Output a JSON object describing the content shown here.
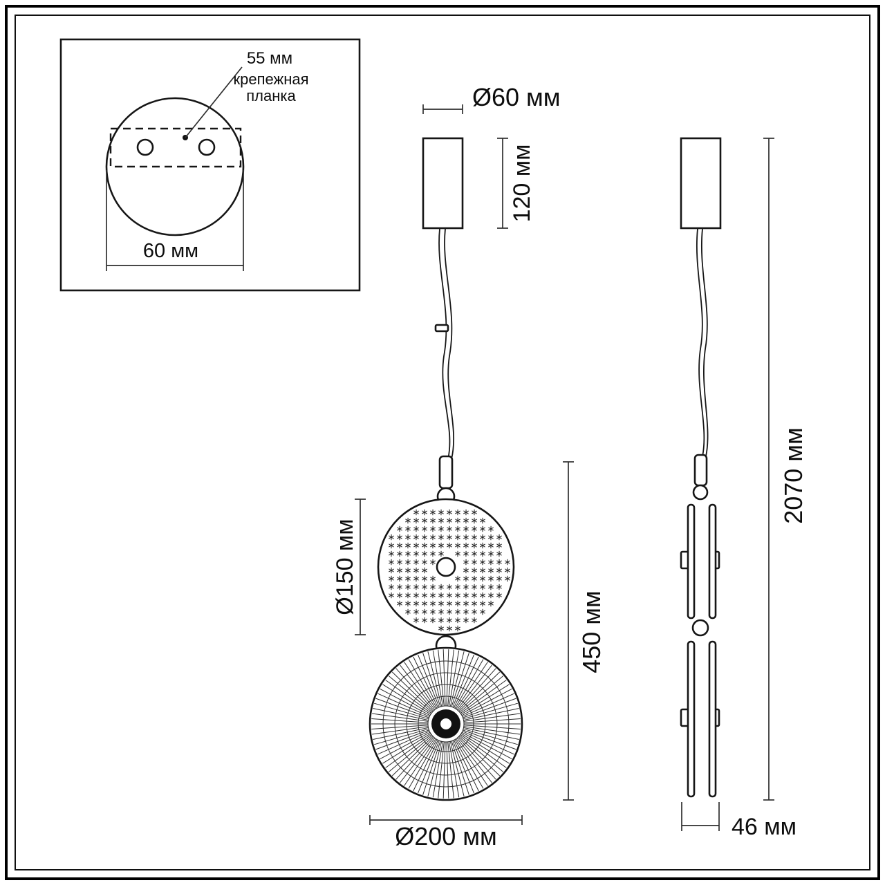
{
  "colors": {
    "ink": "#161616",
    "dim_line": "#2e2e2e",
    "background": "#ffffff"
  },
  "mount_detail": {
    "offset_label": "55 мм",
    "plate_label_line1": "крепежная",
    "plate_label_line2": "планка",
    "width_label": "60 мм"
  },
  "front_view": {
    "canopy_diameter_label": "Ø60 мм",
    "canopy_height_label": "120 мм",
    "upper_disc_diameter_label": "Ø150 мм",
    "fixture_height_label": "450 мм",
    "lower_disc_diameter_label": "Ø200 мм"
  },
  "side_view": {
    "overall_height_label": "2070 мм",
    "depth_label": "46 мм"
  }
}
